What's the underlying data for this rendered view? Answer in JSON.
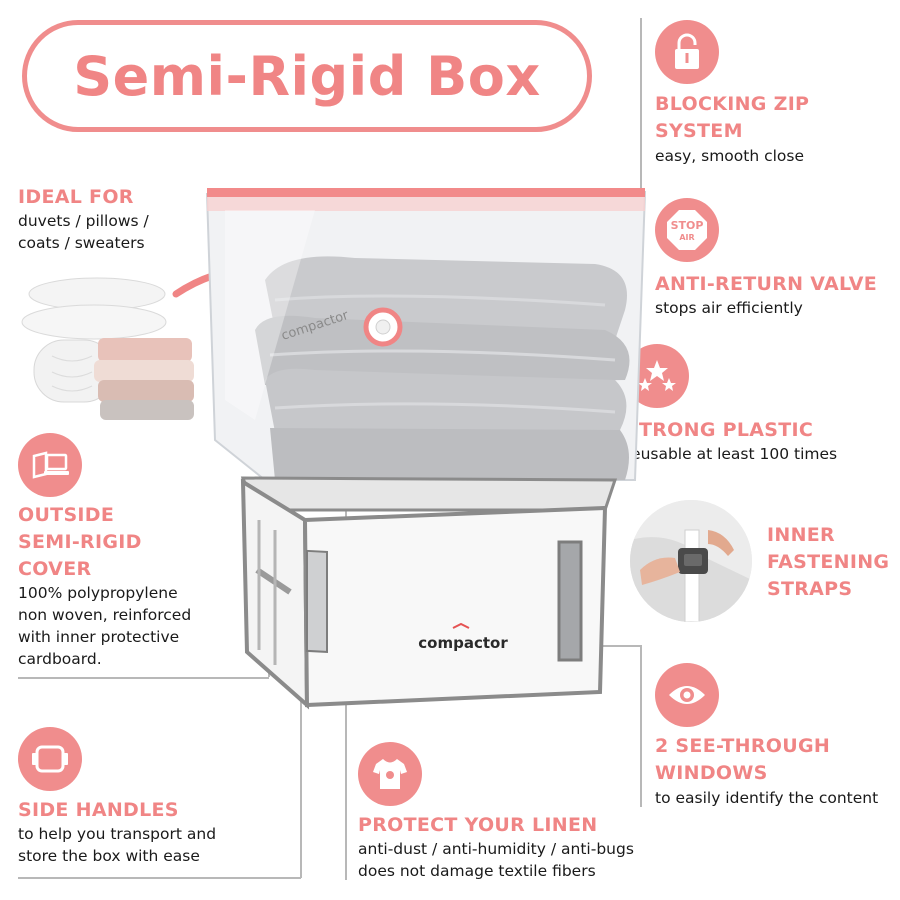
{
  "title": "Semi-Rigid Box",
  "features": {
    "ideal_for": {
      "heading": "IDEAL FOR",
      "lines": [
        "duvets / pillows /",
        "coats / sweaters"
      ]
    },
    "blocking_zip": {
      "heading_lines": [
        "BLOCKING ZIP",
        "SYSTEM"
      ],
      "lines": [
        "easy, smooth close"
      ]
    },
    "anti_return": {
      "heading": "ANTI-RETURN VALVE",
      "lines": [
        "stops air efficiently"
      ],
      "icon_text": [
        "STOP",
        "AIR"
      ]
    },
    "strong_plastic": {
      "heading": "STRONG PLASTIC",
      "lines": [
        "reusable at least 100 times"
      ]
    },
    "inner_straps": {
      "heading_lines": [
        "INNER",
        "FASTENING",
        "STRAPS"
      ]
    },
    "outside_cover": {
      "heading_lines": [
        "OUTSIDE",
        "SEMI-RIGID",
        "COVER"
      ],
      "lines": [
        "100% polypropylene",
        "non woven, reinforced",
        "with inner protective",
        "cardboard."
      ]
    },
    "see_through": {
      "heading_lines": [
        "2 SEE-THROUGH",
        "WINDOWS"
      ],
      "lines": [
        "to easily identify the content"
      ]
    },
    "side_handles": {
      "heading": "SIDE HANDLES",
      "lines": [
        "to help you transport and",
        "store the box with ease"
      ]
    },
    "protect_linen": {
      "heading": "PROTECT YOUR LINEN",
      "lines": [
        "anti-dust / anti-humidity / anti-bugs",
        "does not damage textile fibers"
      ]
    }
  },
  "product": {
    "brand": "compactor"
  },
  "colors": {
    "accent": "#f08585",
    "line": "#b8b8b8",
    "text": "#1a1a1a"
  },
  "icons": [
    "lock-icon",
    "stop-air-icon",
    "stars-icon",
    "laptop-cover-icon",
    "handle-icon",
    "shirt-icon",
    "eye-icon"
  ]
}
